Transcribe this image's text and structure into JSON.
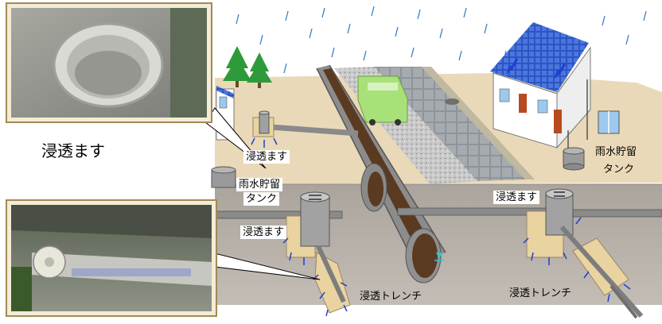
{
  "labels": {
    "callout_top": "浸透ます",
    "inf_basin_left_upper": "浸透ます",
    "tank_left_line1": "雨水貯留",
    "tank_left_line2": "タンク",
    "inf_basin_left_lower": "浸透ます",
    "inf_basin_right": "浸透ます",
    "trench_left": "浸透トレンチ",
    "trench_right": "浸透トレンチ",
    "tank_right_line1": "雨水貯留",
    "tank_right_line2": "タンク"
  },
  "colors": {
    "sky_rain": "#2f78c8",
    "ground_surface": "#ead9b8",
    "soil": "#b0aaa3",
    "road": "#9a9a9a",
    "gravel": "#c9c9c9",
    "pipe": "#7d7d7d",
    "trench_fill": "#e9d3a0",
    "arrow_blue": "#1f3fd1",
    "bus": "#a8e07a",
    "roof": "#2a4fb8",
    "wall": "#ffffff",
    "tree": "#2f9a3a"
  },
  "icons": [
    "rain-streaks",
    "tree-icon",
    "house-icon",
    "bus-icon",
    "water-level-icon"
  ]
}
